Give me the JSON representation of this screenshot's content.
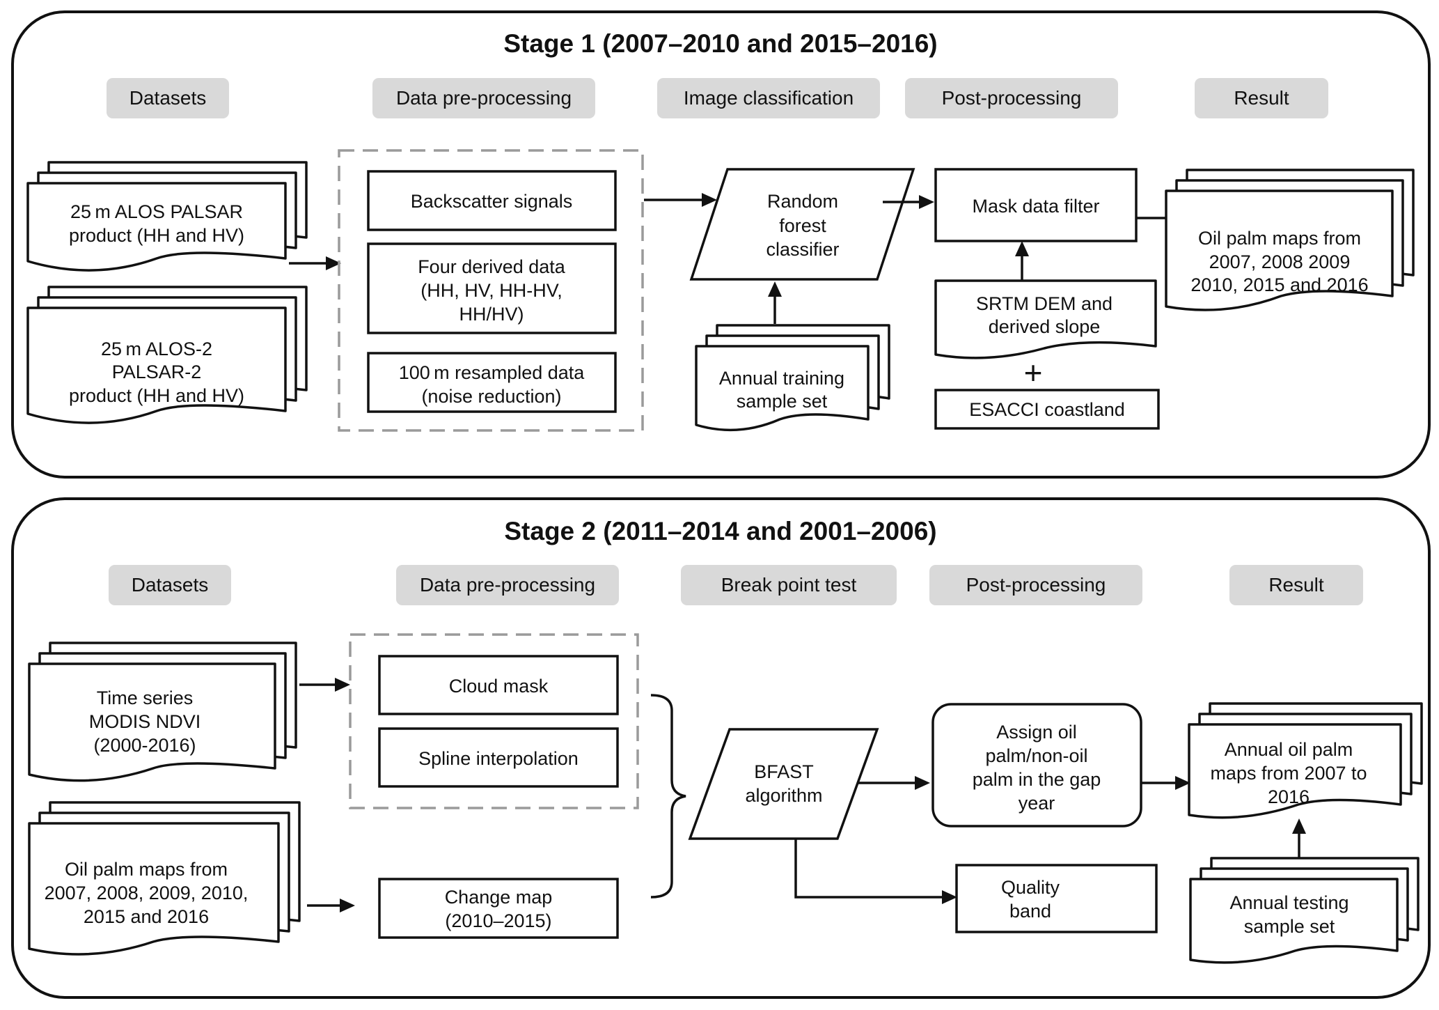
{
  "stage1": {
    "title": "Stage 1 (2007–2010 and 2015–2016)",
    "headers": [
      "Datasets",
      "Data pre-processing",
      "Image classification",
      "Post-processing",
      "Result"
    ],
    "datasets": [
      [
        "25 m ALOS PALSAR",
        "product (HH and HV)"
      ],
      [
        "25 m ALOS-2",
        "PALSAR-2",
        "product (HH and HV)"
      ]
    ],
    "preprocessing": {
      "backscatter": [
        "Backscatter signals"
      ],
      "derived": [
        "Four derived data",
        "(HH, HV, HH-HV,",
        "HH/HV)"
      ],
      "resampled": [
        "100 m resampled data",
        "(noise reduction)"
      ]
    },
    "classifier": [
      "Random",
      "forest",
      "classifier"
    ],
    "training": [
      "Annual training",
      "sample set"
    ],
    "mask_filter": [
      "Mask data filter"
    ],
    "srtm": [
      "SRTM DEM and",
      "derived slope"
    ],
    "plus": "+",
    "esacci": [
      "ESACCI coastland"
    ],
    "result": [
      "Oil palm maps from",
      "2007, 2008 2009",
      "2010, 2015 and 2016"
    ]
  },
  "stage2": {
    "title": "Stage 2 (2011–2014 and 2001–2006)",
    "headers": [
      "Datasets",
      "Data pre-processing",
      "Break point test",
      "Post-processing",
      "Result"
    ],
    "modis": [
      "Time series",
      "MODIS NDVI",
      "(2000-2016)"
    ],
    "oilpalm_input": [
      "Oil palm maps from",
      "2007, 2008, 2009, 2010,",
      "2015 and 2016"
    ],
    "cloud_mask": [
      "Cloud mask"
    ],
    "spline": [
      "Spline interpolation"
    ],
    "change_map": [
      "Change map",
      "(2010–2015)"
    ],
    "bfast": [
      "BFAST",
      "algorithm"
    ],
    "assign": [
      "Assign oil",
      "palm/non-oil",
      "palm in the gap",
      "year"
    ],
    "quality": [
      "Quality",
      "band"
    ],
    "result": [
      "Annual oil palm",
      "maps from 2007 to",
      "2016"
    ],
    "testing": [
      "Annual testing",
      "sample set"
    ]
  }
}
